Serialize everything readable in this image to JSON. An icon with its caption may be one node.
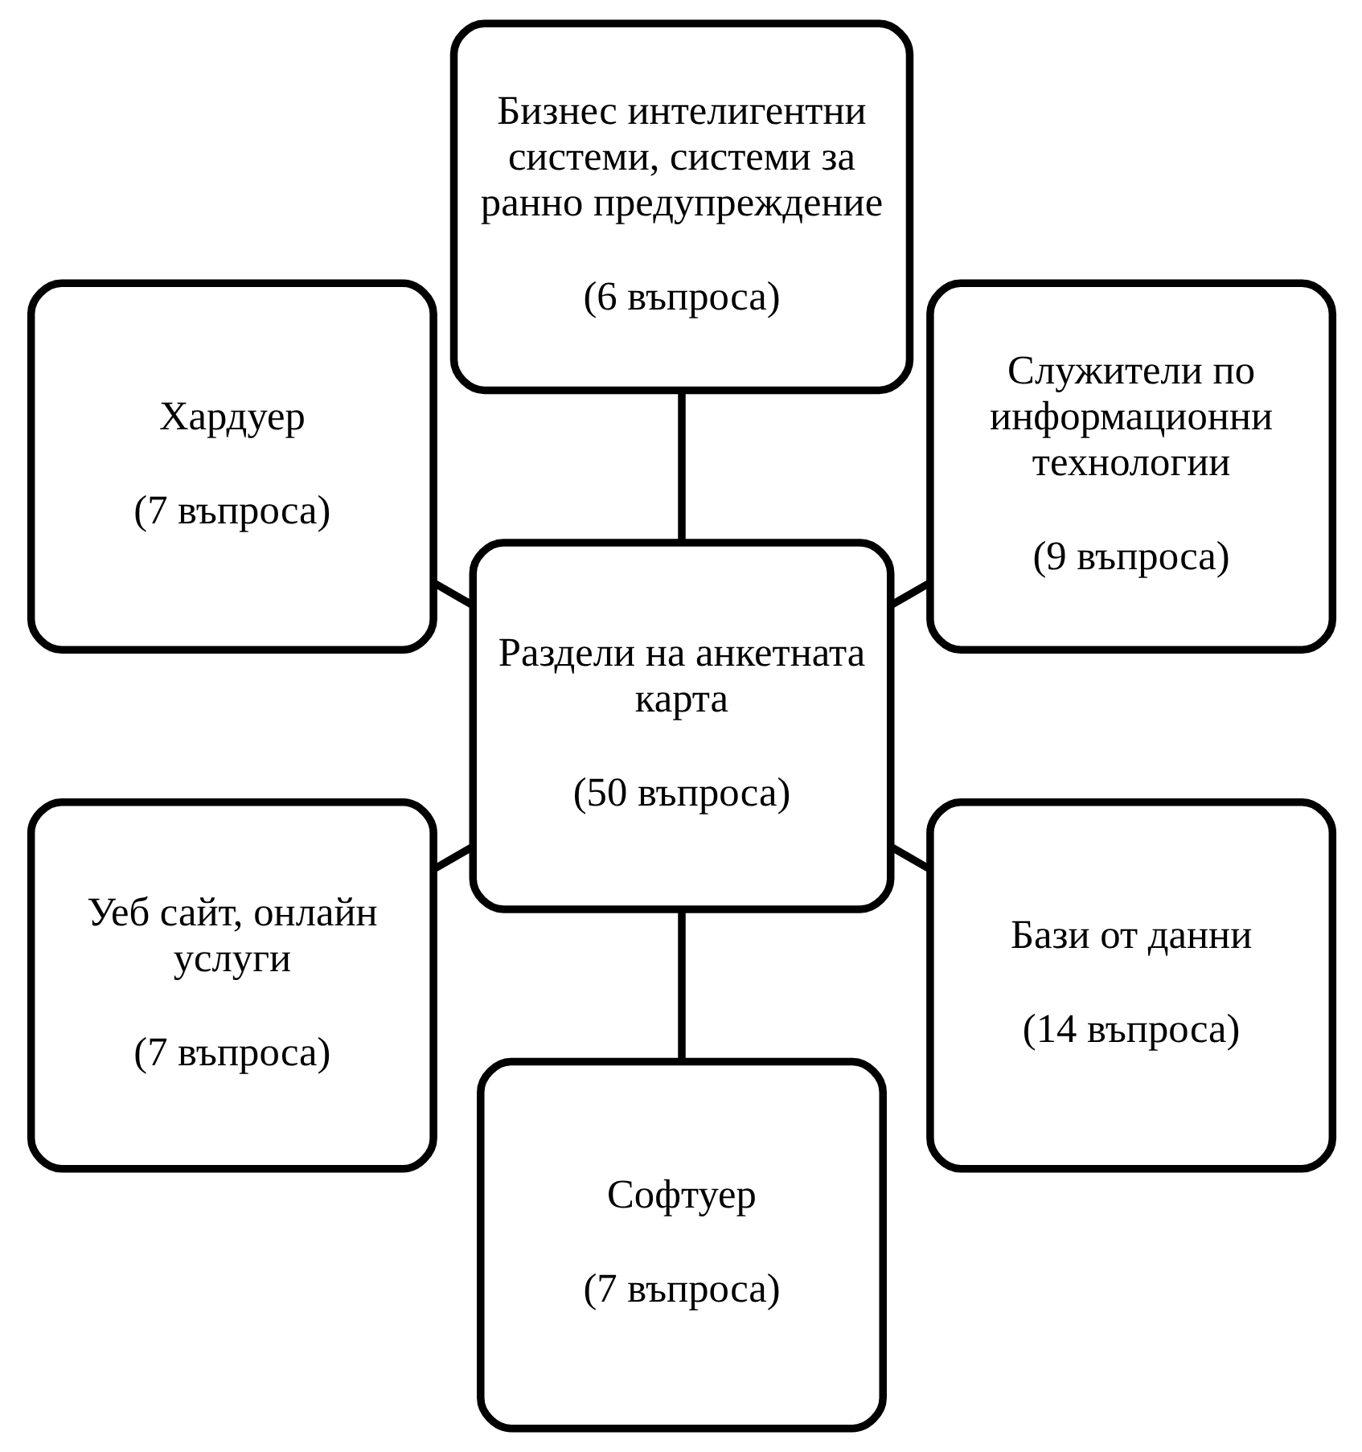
{
  "diagram": {
    "nodes": [
      {
        "text": [
          "Служители по информационни технологии",
          "(9 въпроса)"
        ]
      },
      {
        "text": [
          "Бизнес интелигентни системи, системи за ранно предупреждение",
          "(6 въпроса)"
        ]
      },
      {
        "text": [
          "Хардуер",
          "(7 въпроса)"
        ]
      },
      {
        "text": [
          "Раздели на анкетната карта",
          "(50 въпроса)"
        ]
      },
      {
        "text": [
          "Уеб сайт, онлайн услуги",
          "(7 въпроса)"
        ]
      },
      {
        "text": [
          "Софтуер",
          "(7 въпроса)"
        ]
      },
      {
        "text": [
          "Бази от данни",
          "(14 въпроса)"
        ]
      }
    ],
    "edges": [
      {
        "from": 3,
        "to": 0,
        "arrow": "none"
      },
      {
        "from": 3,
        "to": 2,
        "arrow": "none"
      },
      {
        "from": 3,
        "to": 5,
        "arrow": "none"
      },
      {
        "from": 3,
        "to": 6,
        "arrow": "none"
      },
      {
        "from": 3,
        "to": 4,
        "arrow": "none"
      },
      {
        "from": 3,
        "to": 1,
        "arrow": "none"
      }
    ]
  }
}
